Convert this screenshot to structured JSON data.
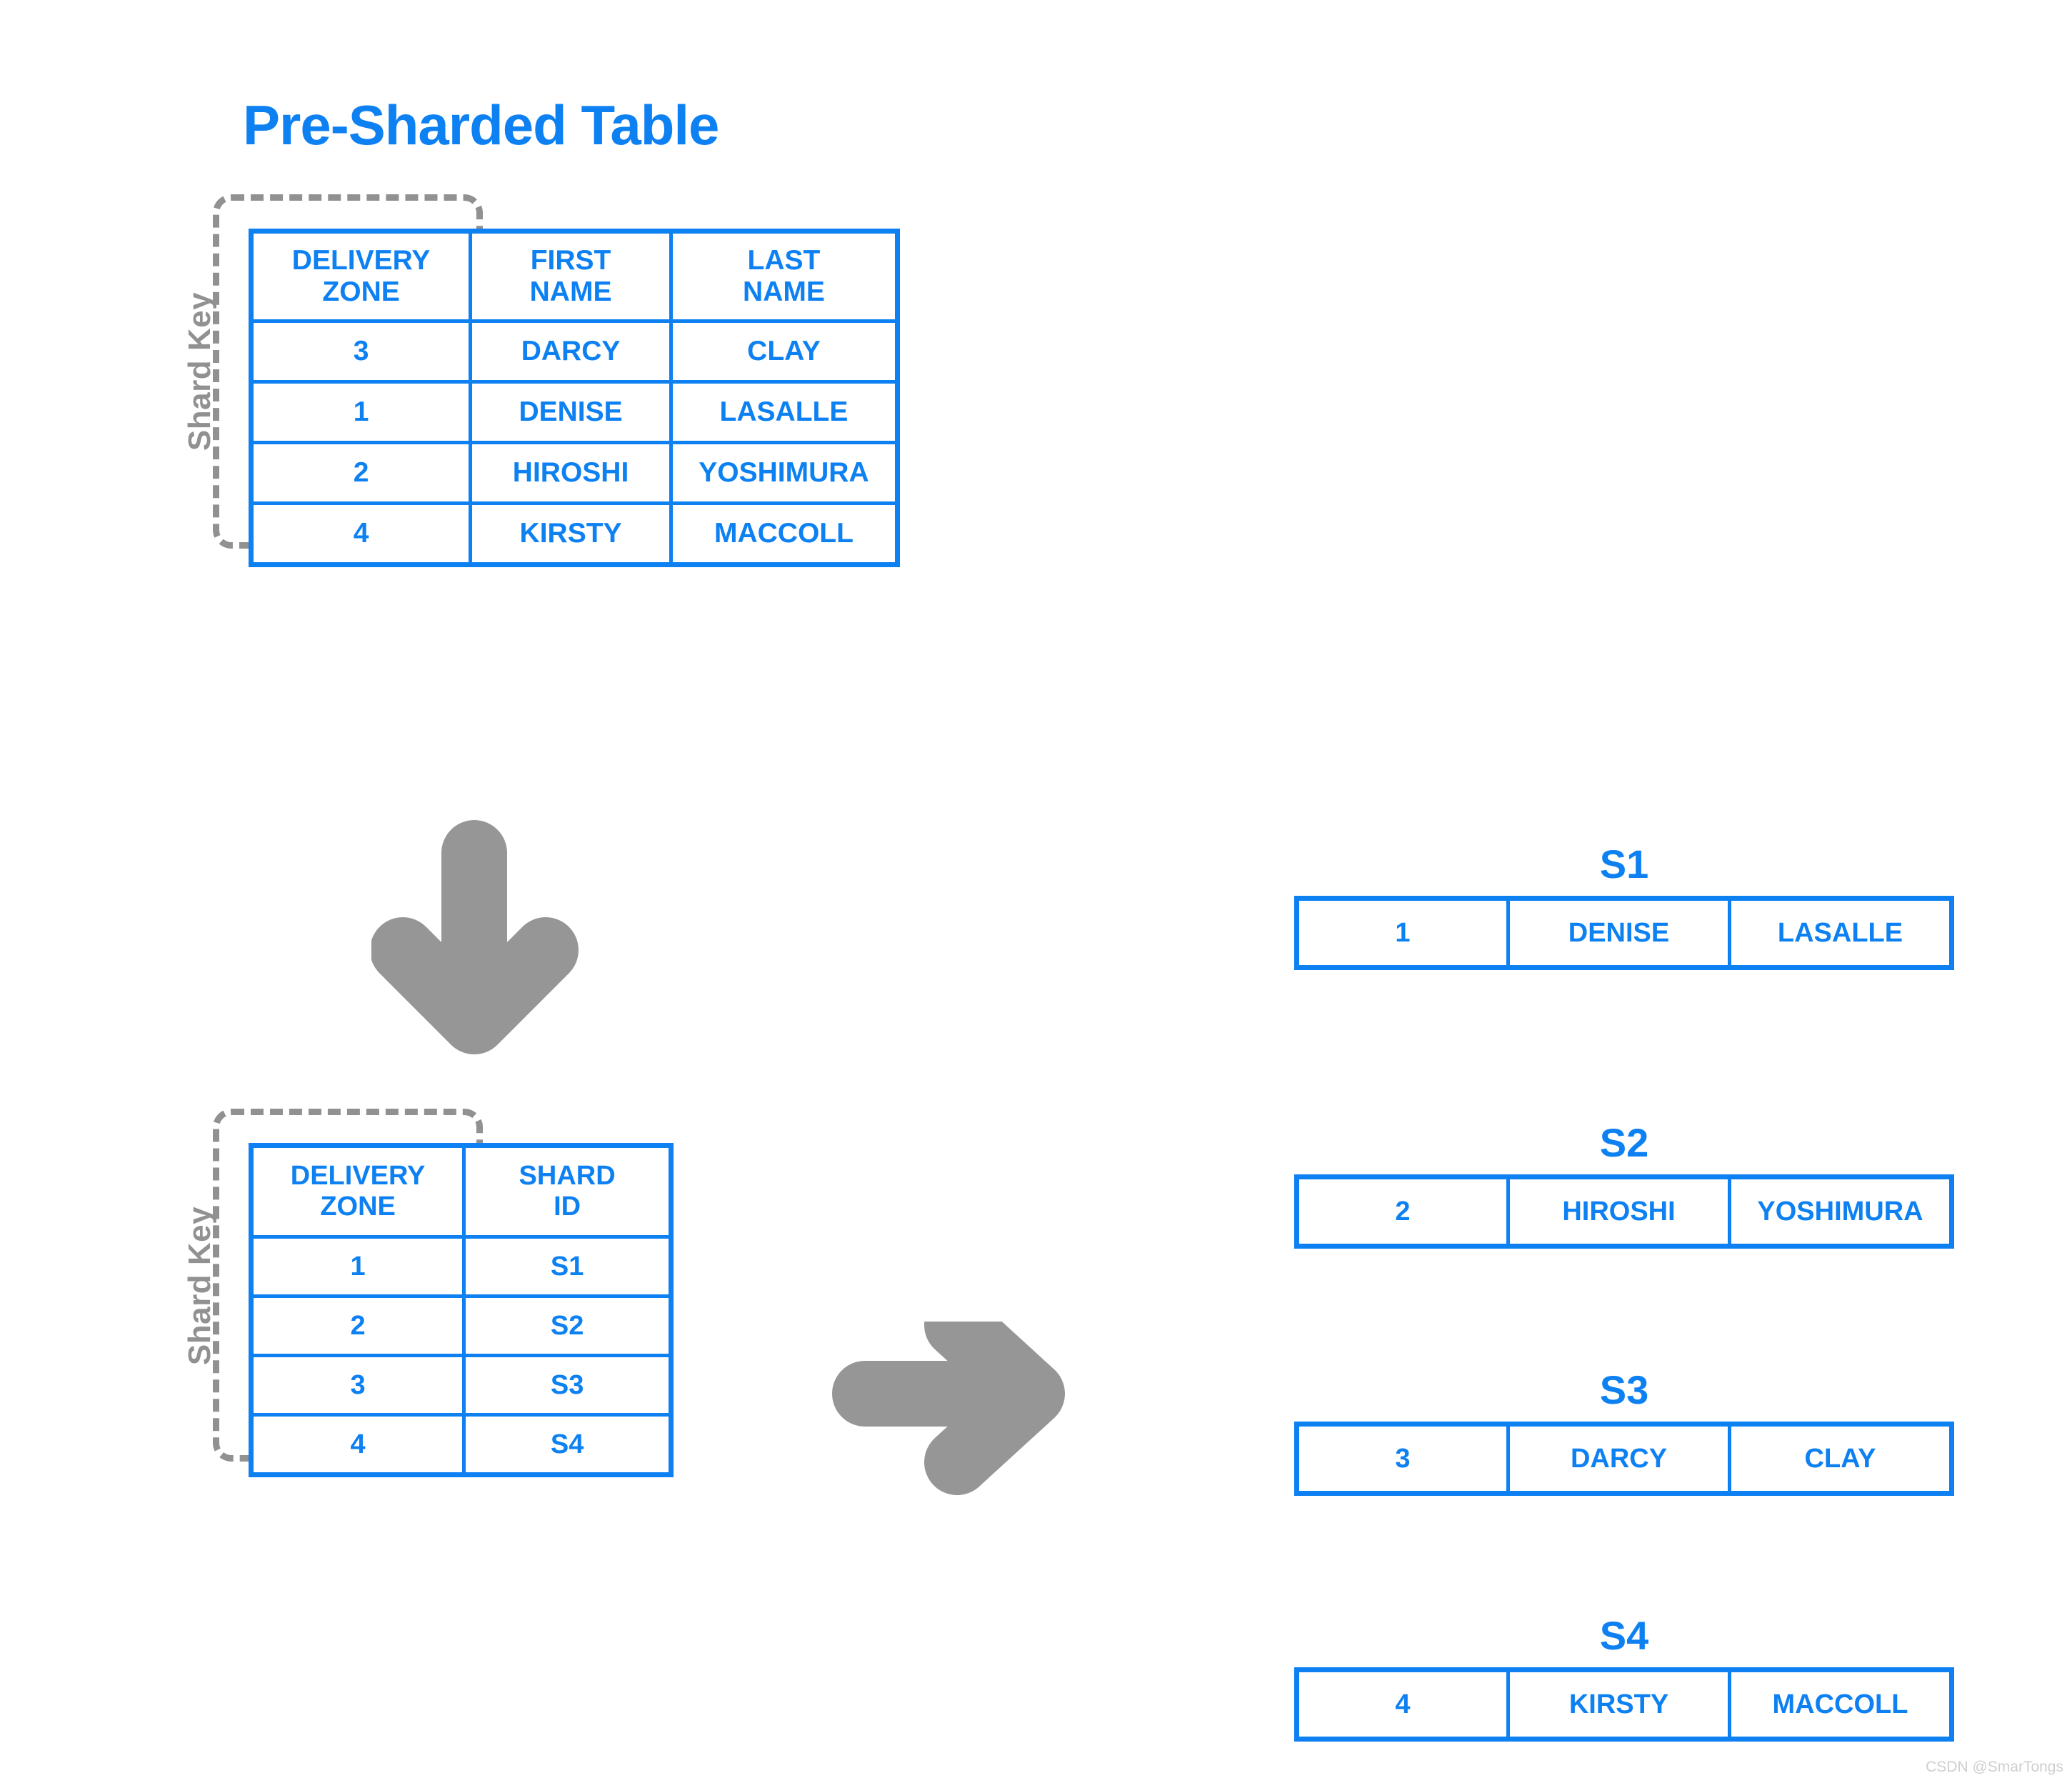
{
  "title": "Pre-Sharded Table",
  "labels": {
    "shard_key": "Shard Key"
  },
  "presharded_table": {
    "headers": [
      "DELIVERY ZONE",
      "FIRST NAME",
      "LAST NAME"
    ],
    "header_lines": [
      [
        "DELIVERY",
        "ZONE"
      ],
      [
        "FIRST",
        "NAME"
      ],
      [
        "LAST",
        "NAME"
      ]
    ],
    "rows": [
      [
        "3",
        "DARCY",
        "CLAY"
      ],
      [
        "1",
        "DENISE",
        "LASALLE"
      ],
      [
        "2",
        "HIROSHI",
        "YOSHIMURA"
      ],
      [
        "4",
        "KIRSTY",
        "MACCOLL"
      ]
    ]
  },
  "shard_map_table": {
    "headers": [
      "DELIVERY ZONE",
      "SHARD ID"
    ],
    "header_lines": [
      [
        "DELIVERY",
        "ZONE"
      ],
      [
        "SHARD",
        "ID"
      ]
    ],
    "rows": [
      [
        "1",
        "S1"
      ],
      [
        "2",
        "S2"
      ],
      [
        "3",
        "S3"
      ],
      [
        "4",
        "S4"
      ]
    ]
  },
  "shards": [
    {
      "title": "S1",
      "row": [
        "1",
        "DENISE",
        "LASALLE"
      ]
    },
    {
      "title": "S2",
      "row": [
        "2",
        "HIROSHI",
        "YOSHIMURA"
      ]
    },
    {
      "title": "S3",
      "row": [
        "3",
        "DARCY",
        "CLAY"
      ]
    },
    {
      "title": "S4",
      "row": [
        "4",
        "KIRSTY",
        "MACCOLL"
      ]
    }
  ],
  "icons": {
    "down_arrow": "down-arrow-icon",
    "right_arrow": "right-arrow-icon"
  },
  "colors": {
    "accent_blue": "#0d80f2",
    "gray": "#919191",
    "background": "#ffffff",
    "watermark": "#cfcfcf"
  },
  "watermark": "CSDN @SmarTongs"
}
